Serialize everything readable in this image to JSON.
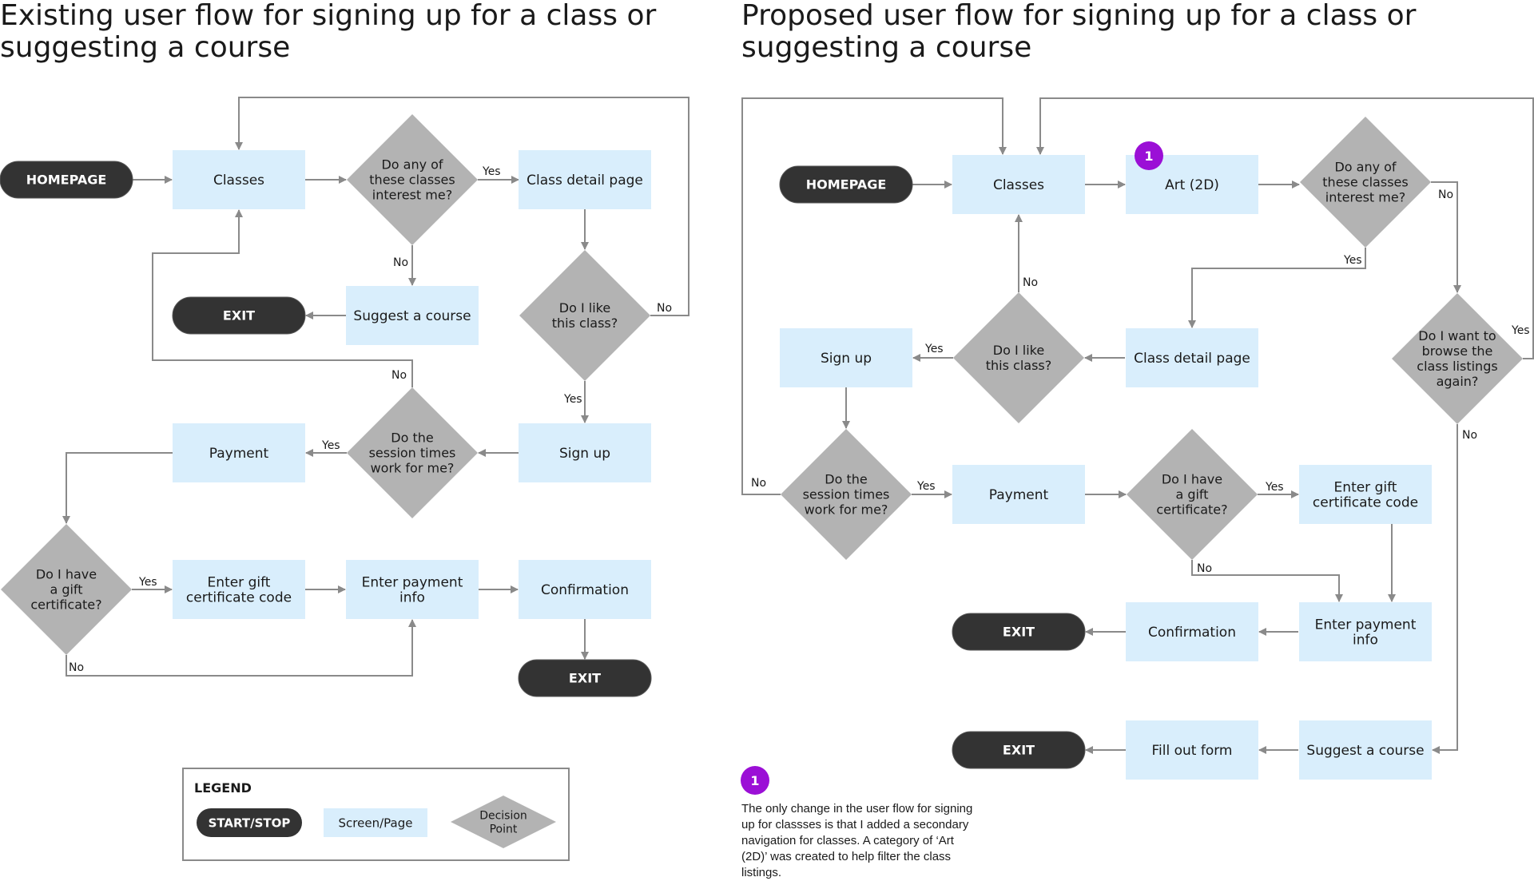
{
  "titles": {
    "left": "Existing user flow for signing up for a class or\nsuggesting a course",
    "right": "Proposed user flow for signing up for a class or\nsuggesting a course"
  },
  "colors": {
    "terminal": "#333333",
    "screen": "#d9eefc",
    "decision": "#b3b3b3",
    "line": "#8a8a8a",
    "marker": "#9b0fd6"
  },
  "left_flow": {
    "homepage": "HOMEPAGE",
    "classes": "Classes",
    "q_interest": "Do any of\nthese classes\ninterest me?",
    "class_detail": "Class detail page",
    "suggest": "Suggest a course",
    "exit_suggest": "EXIT",
    "q_like": "Do I like\nthis class?",
    "sign_up": "Sign up",
    "q_session": "Do the\nsession times\nwork for me?",
    "payment": "Payment",
    "q_gift": "Do I have\na gift\ncertificate?",
    "gift_code": "Enter gift\ncertificate code",
    "payment_info": "Enter payment\ninfo",
    "confirmation": "Confirmation",
    "exit_confirm": "EXIT"
  },
  "right_flow": {
    "homepage": "HOMEPAGE",
    "classes": "Classes",
    "art": "Art (2D)",
    "q_interest": "Do any of\nthese classes\ninterest me?",
    "q_browse": "Do I want to\nbrowse the\nclass listings\nagain?",
    "class_detail": "Class detail page",
    "q_like": "Do I like\nthis class?",
    "sign_up": "Sign up",
    "q_session": "Do the\nsession times\nwork for me?",
    "payment": "Payment",
    "q_gift": "Do I have\na gift\ncertificate?",
    "gift_code": "Enter gift\ncertificate code",
    "payment_info": "Enter payment\ninfo",
    "confirmation": "Confirmation",
    "exit_confirm": "EXIT",
    "suggest": "Suggest a course",
    "fill_form": "Fill out form",
    "exit_form": "EXIT"
  },
  "edge_labels": {
    "yes": "Yes",
    "no": "No"
  },
  "marker": {
    "number": "1"
  },
  "legend": {
    "title": "LEGEND",
    "start_stop": "START/STOP",
    "screen": "Screen/Page",
    "decision": "Decision\nPoint"
  },
  "footnote": {
    "number": "1",
    "text": "The only change in the user flow for signing up for classses is that I added a secondary navigation for classes. A category of ‘Art (2D)’ was created to help filter the class listings."
  }
}
